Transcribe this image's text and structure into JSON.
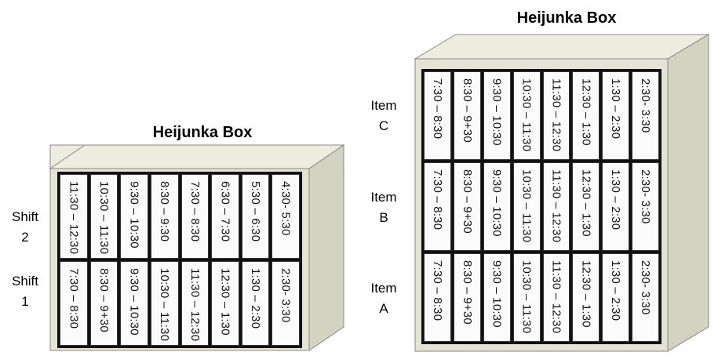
{
  "left_box": {
    "title": "Heijunka Box",
    "rows": [
      {
        "label": "Shift\n2",
        "slots": [
          "11:30 – 12:30",
          "10:30 – 11:30",
          "9:30 – 10:30",
          "8:30 – 9:30",
          "7:30 – 8:30",
          "6:30 – 7:30",
          "5:30 – 6:30",
          "4:30- 5:30"
        ]
      },
      {
        "label": "Shift\n1",
        "slots": [
          "7:30 – 8:30",
          "8:30 – 9+30",
          "9:30 – 10:30",
          "10:30 – 11:30",
          "11:30 – 12:30",
          "12:30 – 1:30",
          "1:30 – 2:30",
          "2:30- 3:30"
        ]
      }
    ]
  },
  "right_box": {
    "title": "Heijunka Box",
    "rows": [
      {
        "label": "Item\nC",
        "slots": [
          "7:30 – 8:30",
          "8:30 – 9+30",
          "9:30 – 10:30",
          "10:30 – 11:30",
          "11:30 – 12:30",
          "12:30 – 1:30",
          "1:30 – 2:30",
          "2:30- 3:30"
        ]
      },
      {
        "label": "Item\nB",
        "slots": [
          "7:30 – 8:30",
          "8:30 – 9+30",
          "9:30 – 10:30",
          "10:30 – 11:30",
          "11:30 – 12:30",
          "12:30 – 1:30",
          "1:30 – 2:30",
          "2:30- 3:30"
        ]
      },
      {
        "label": "Item\nA",
        "slots": [
          "7:30 – 8:30",
          "8:30 – 9+30",
          "9:30 – 10:30",
          "10:30 – 11:30",
          "11:30 – 12:30",
          "12:30 – 1:30",
          "1:30 – 2:30",
          "2:30- 3:30"
        ]
      }
    ]
  },
  "colors": {
    "cabinet": "#e4e4d4",
    "cabinet_side": "#d3d3c2",
    "cabinet_top": "#ececdf",
    "frame": "#111111",
    "card": "#fbfbfb"
  }
}
